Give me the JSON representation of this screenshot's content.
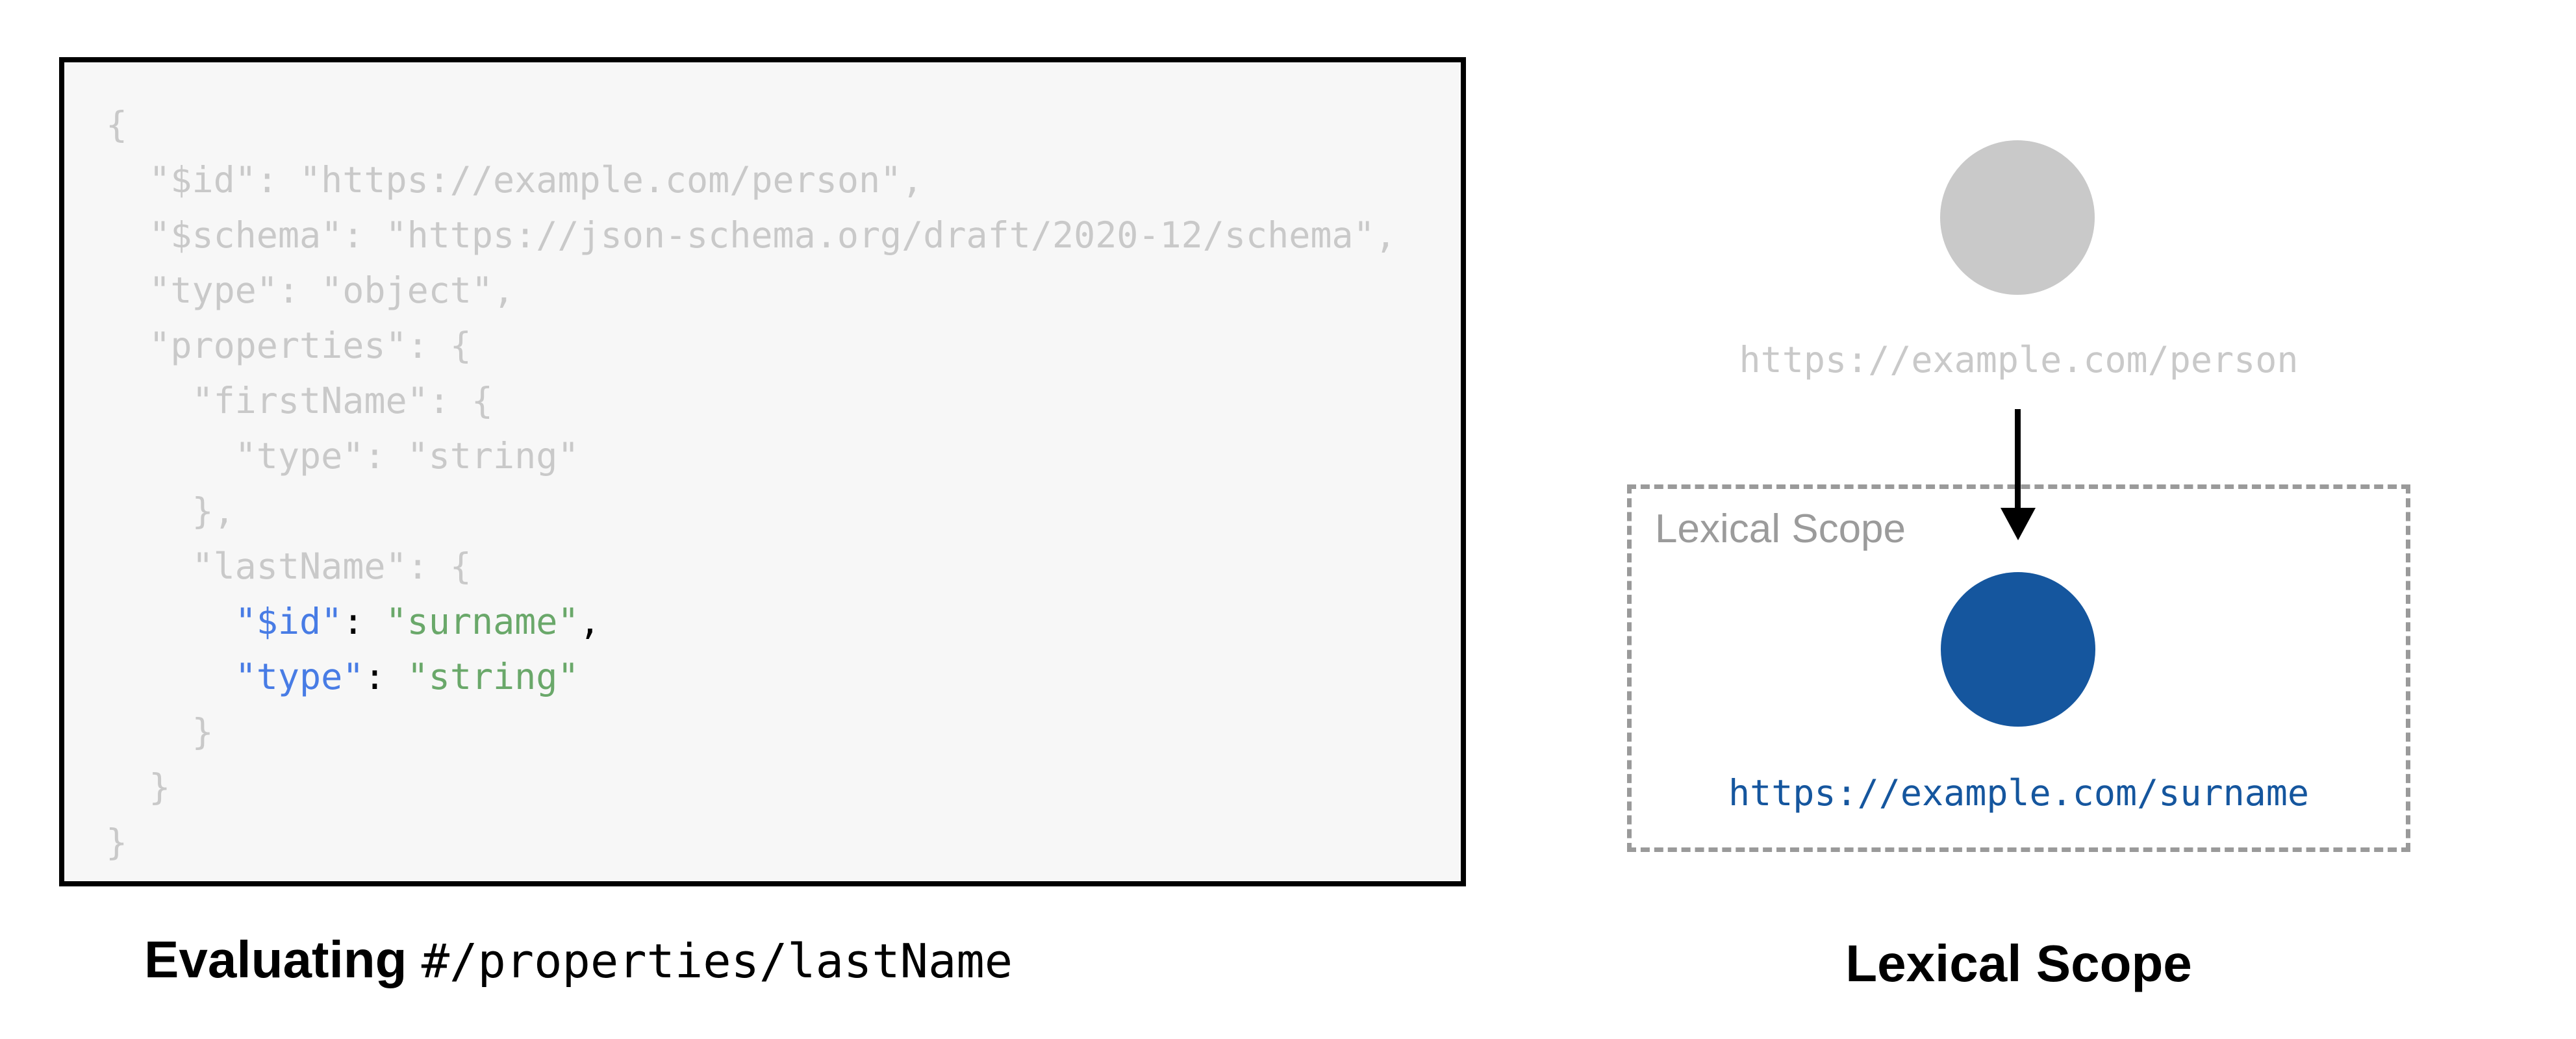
{
  "code_panel": {
    "lines": [
      [
        {
          "t": "{",
          "c": "gray"
        }
      ],
      [
        {
          "t": "  \"$id\": \"https://example.com/person\",",
          "c": "gray"
        }
      ],
      [
        {
          "t": "  \"$schema\": \"https://json-schema.org/draft/2020-12/schema\",",
          "c": "gray"
        }
      ],
      [
        {
          "t": "  \"type\": \"object\",",
          "c": "gray"
        }
      ],
      [
        {
          "t": "  \"properties\": {",
          "c": "gray"
        }
      ],
      [
        {
          "t": "    \"firstName\": {",
          "c": "gray"
        }
      ],
      [
        {
          "t": "      \"type\": \"string\"",
          "c": "gray"
        }
      ],
      [
        {
          "t": "    },",
          "c": "gray"
        }
      ],
      [
        {
          "t": "    \"lastName\": {",
          "c": "gray"
        }
      ],
      [
        {
          "t": "      ",
          "c": "gray"
        },
        {
          "t": "\"$id\"",
          "c": "blue"
        },
        {
          "t": ": ",
          "c": "black"
        },
        {
          "t": "\"surname\"",
          "c": "green"
        },
        {
          "t": ",",
          "c": "black"
        }
      ],
      [
        {
          "t": "      ",
          "c": "gray"
        },
        {
          "t": "\"type\"",
          "c": "blue"
        },
        {
          "t": ": ",
          "c": "black"
        },
        {
          "t": "\"string\"",
          "c": "green"
        }
      ],
      [
        {
          "t": "    }",
          "c": "gray"
        }
      ],
      [
        {
          "t": "  }",
          "c": "gray"
        }
      ],
      [
        {
          "t": "}",
          "c": "gray"
        }
      ]
    ],
    "caption_bold": "Evaluating",
    "caption_mono": "#/properties/lastName"
  },
  "scope_diagram": {
    "root_label": "https://example.com/person",
    "scope_box_label": "Lexical Scope",
    "scope_node_label": "https://example.com/surname",
    "caption": "Lexical Scope"
  },
  "colors": {
    "code_key_blue": "#487ce5",
    "code_value_green": "#6aa86a",
    "code_muted_gray": "#c9c9c9",
    "node_blue": "#15569e",
    "node_gray": "#c9c9c9",
    "dashed_border_gray": "#9a9a9a",
    "code_panel_bg": "#f7f7f7"
  }
}
